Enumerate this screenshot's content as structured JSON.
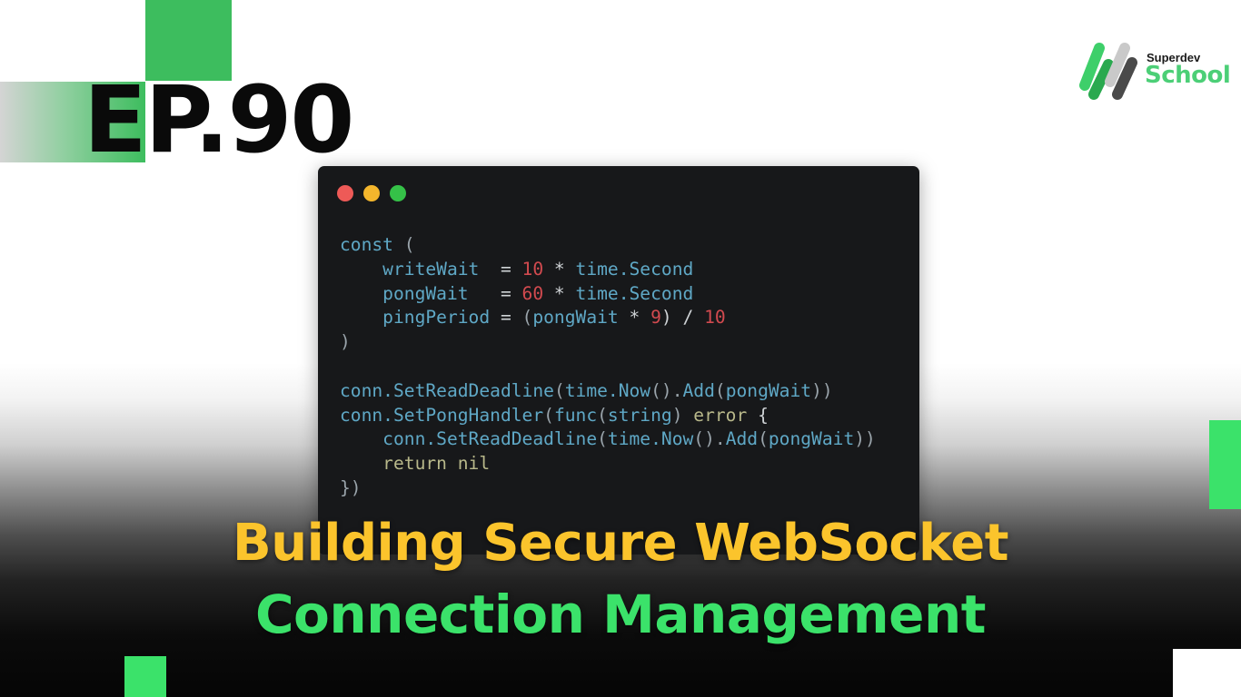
{
  "episode": {
    "label": "EP.90"
  },
  "logo": {
    "brand_small": "Superdev",
    "brand_big": "School",
    "colors": {
      "green_light": "#3ecf6a",
      "green_dark": "#2aa94f",
      "grey_light": "#c9c9c9",
      "grey_dark": "#4a4a4a"
    }
  },
  "code_window": {
    "traffic_lights": [
      "#ee5a57",
      "#f4b62c",
      "#35c148"
    ],
    "language": "go",
    "lines": [
      [
        {
          "t": "const",
          "c": "id"
        },
        {
          "t": " (",
          "c": "punc"
        }
      ],
      [
        {
          "t": "    writeWait  ",
          "c": "id"
        },
        {
          "t": "=",
          "c": "op"
        },
        {
          "t": " ",
          "c": "op"
        },
        {
          "t": "10",
          "c": "num"
        },
        {
          "t": " * ",
          "c": "op"
        },
        {
          "t": "time.Second",
          "c": "id"
        }
      ],
      [
        {
          "t": "    pongWait   ",
          "c": "id"
        },
        {
          "t": "=",
          "c": "op"
        },
        {
          "t": " ",
          "c": "op"
        },
        {
          "t": "60",
          "c": "num"
        },
        {
          "t": " * ",
          "c": "op"
        },
        {
          "t": "time.Second",
          "c": "id"
        }
      ],
      [
        {
          "t": "    pingPeriod ",
          "c": "id"
        },
        {
          "t": "=",
          "c": "op"
        },
        {
          "t": " (",
          "c": "punc"
        },
        {
          "t": "pongWait",
          "c": "id"
        },
        {
          "t": " * ",
          "c": "op"
        },
        {
          "t": "9",
          "c": "num"
        },
        {
          "t": ") / ",
          "c": "op"
        },
        {
          "t": "10",
          "c": "num"
        }
      ],
      [
        {
          "t": ")",
          "c": "punc"
        }
      ],
      [
        {
          "t": "",
          "c": "id"
        }
      ],
      [
        {
          "t": "conn.SetReadDeadline",
          "c": "id"
        },
        {
          "t": "(",
          "c": "punc"
        },
        {
          "t": "time.Now",
          "c": "id"
        },
        {
          "t": "().",
          "c": "punc"
        },
        {
          "t": "Add",
          "c": "id"
        },
        {
          "t": "(",
          "c": "punc"
        },
        {
          "t": "pongWait",
          "c": "id"
        },
        {
          "t": "))",
          "c": "punc"
        }
      ],
      [
        {
          "t": "conn.SetPongHandler",
          "c": "id"
        },
        {
          "t": "(",
          "c": "punc"
        },
        {
          "t": "func",
          "c": "id"
        },
        {
          "t": "(",
          "c": "punc"
        },
        {
          "t": "string",
          "c": "id"
        },
        {
          "t": ") ",
          "c": "punc"
        },
        {
          "t": "error",
          "c": "kw"
        },
        {
          "t": " {",
          "c": "op"
        }
      ],
      [
        {
          "t": "    conn.SetReadDeadline",
          "c": "id"
        },
        {
          "t": "(",
          "c": "punc"
        },
        {
          "t": "time.Now",
          "c": "id"
        },
        {
          "t": "().",
          "c": "punc"
        },
        {
          "t": "Add",
          "c": "id"
        },
        {
          "t": "(",
          "c": "punc"
        },
        {
          "t": "pongWait",
          "c": "id"
        },
        {
          "t": "))",
          "c": "punc"
        }
      ],
      [
        {
          "t": "    return nil",
          "c": "kw"
        }
      ],
      [
        {
          "t": "})",
          "c": "punc"
        }
      ]
    ]
  },
  "title": {
    "line1": "Building Secure WebSocket",
    "line2": "Connection Management",
    "line1_color": "#fbc42c",
    "line2_color": "#3be26a"
  },
  "accent_colors": {
    "green": "#3dbd5e",
    "bright_green": "#3be26a"
  }
}
